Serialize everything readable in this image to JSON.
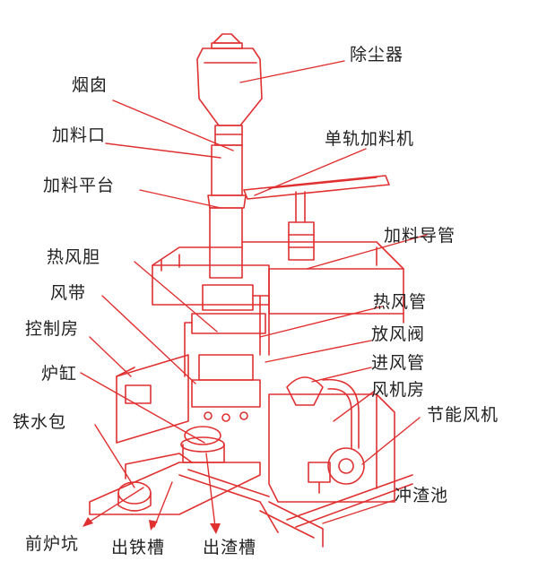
{
  "colors": {
    "ink": "#e03030",
    "text": "#222222",
    "background": "#ffffff"
  },
  "labels": {
    "chimney": "烟囱",
    "feed_port": "加料口",
    "feed_platform": "加料平台",
    "hot_air_liner": "热风胆",
    "air_belt": "风带",
    "control_room": "控制房",
    "cylinder": "炉缸",
    "iron_ladle": "铁水包",
    "front_pit": "前炉坑",
    "iron_trough": "出铁槽",
    "slag_trough": "出渣槽",
    "dust_collector": "除尘器",
    "monorail_feeder": "单轨加料机",
    "feed_guide_pipe": "加料导管",
    "hot_air_pipe": "热风管",
    "vent_valve": "放风阀",
    "inlet_pipe": "进风管",
    "fan_room": "风机房",
    "energy_fan": "节能风机",
    "slag_pool": "冲渣池"
  }
}
